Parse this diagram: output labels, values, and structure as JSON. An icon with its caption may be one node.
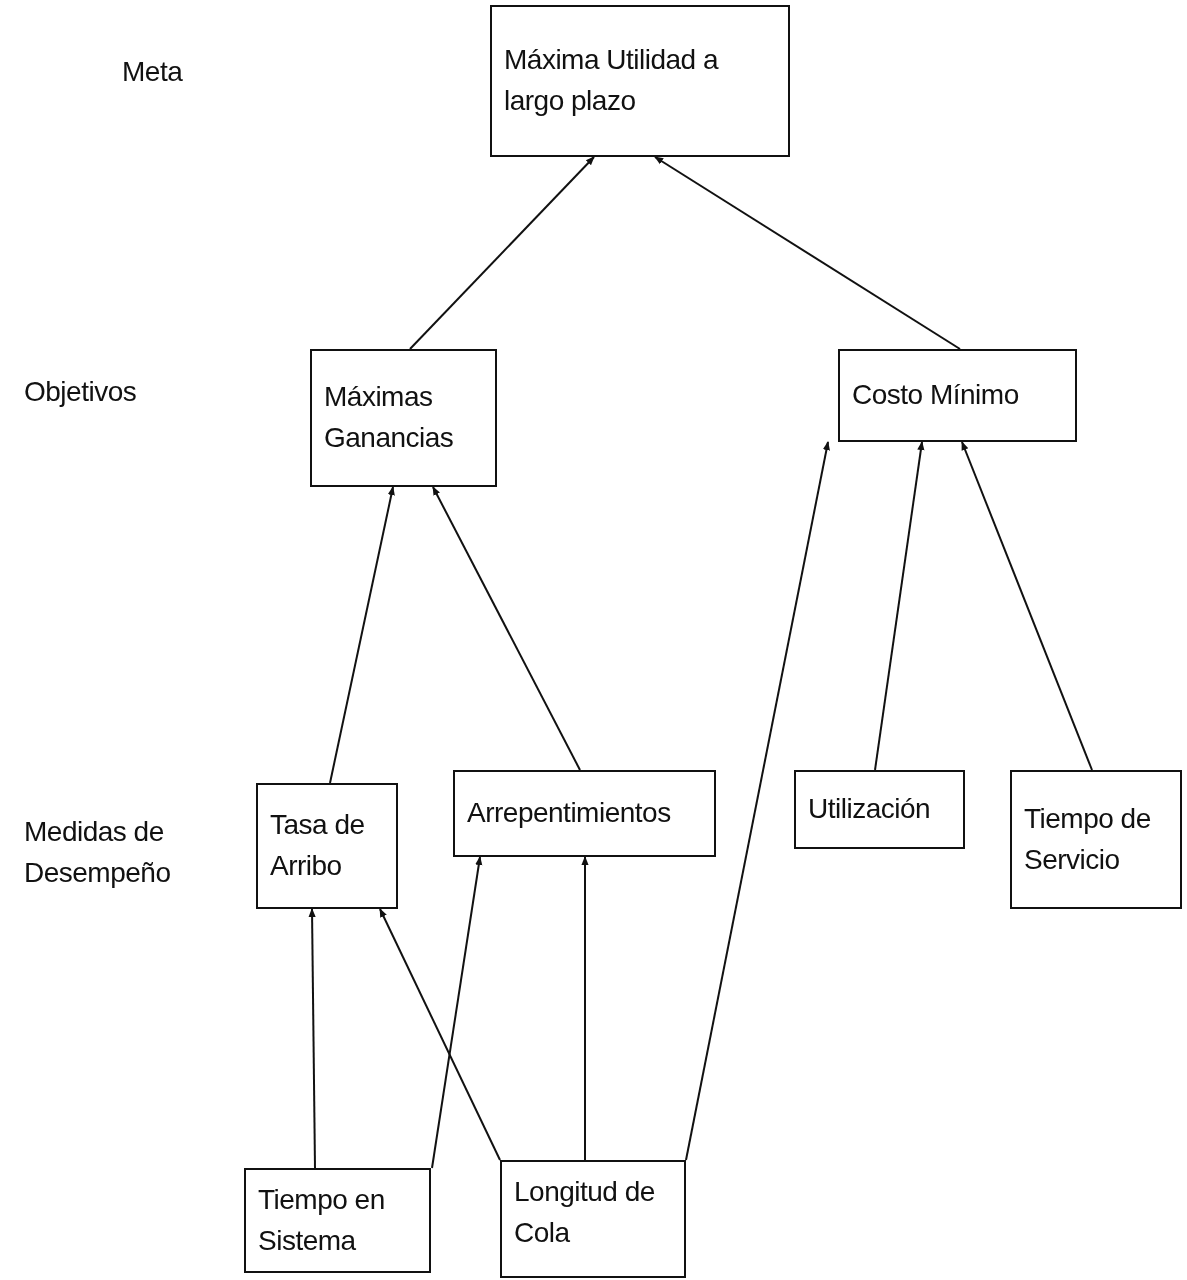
{
  "diagram": {
    "nodes": [
      {
        "text": [
          "Máxima Utilidad a largo plazo"
        ]
      },
      {
        "text": [
          "Máximas Ganancias"
        ]
      },
      {
        "text": [
          "Costo Mínimo"
        ]
      },
      {
        "text": [
          "Tasa de Arribo"
        ]
      },
      {
        "text": [
          "Arrepentimientos"
        ]
      },
      {
        "text": [
          "Utilización"
        ]
      },
      {
        "text": [
          "Tiempo de Servicio"
        ]
      },
      {
        "text": [
          "Tiempo en Sistema"
        ]
      },
      {
        "text": [
          "Longitud de Cola"
        ]
      }
    ],
    "edges": [
      {
        "from": 1,
        "to": 0,
        "arrow": "to"
      },
      {
        "from": 2,
        "to": 0,
        "arrow": "to"
      },
      {
        "from": 3,
        "to": 1,
        "arrow": "to"
      },
      {
        "from": 4,
        "to": 1,
        "arrow": "to"
      },
      {
        "from": 5,
        "to": 2,
        "arrow": "to"
      },
      {
        "from": 6,
        "to": 2,
        "arrow": "to"
      },
      {
        "from": 7,
        "to": 3,
        "arrow": "to"
      },
      {
        "from": 7,
        "to": 4,
        "arrow": "to"
      },
      {
        "from": 8,
        "to": 3,
        "arrow": "to"
      },
      {
        "from": 8,
        "to": 4,
        "arrow": "to"
      },
      {
        "from": 8,
        "to": 2,
        "arrow": "to"
      }
    ],
    "labels": [
      "Meta",
      "Objetivos",
      "Medidas de Desempeño"
    ]
  }
}
